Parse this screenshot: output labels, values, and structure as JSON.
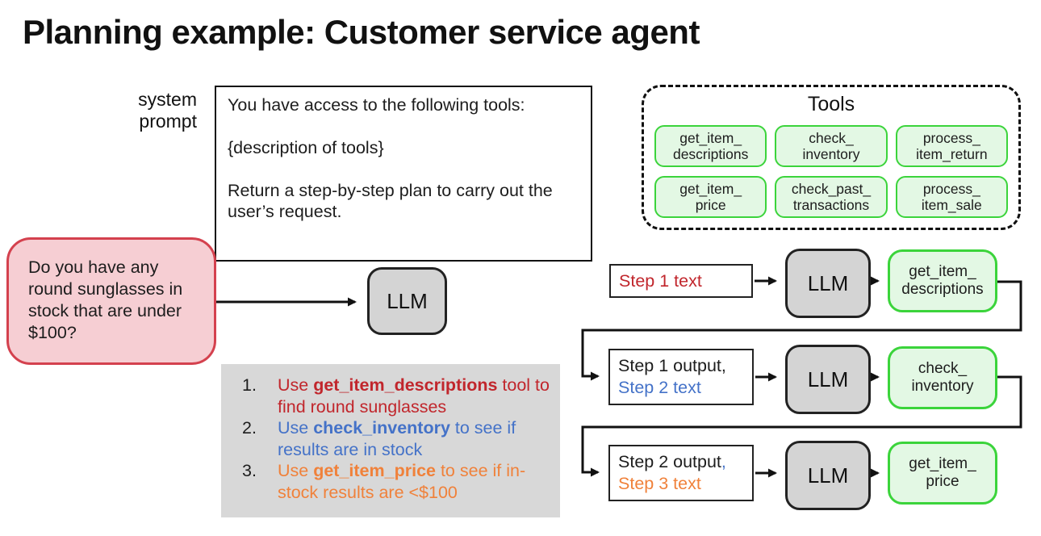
{
  "title": "Planning example: Customer service agent",
  "colors": {
    "red": "#c1262c",
    "blue": "#4472c8",
    "orange": "#f0813a",
    "black": "#1d1d1d"
  },
  "system_prompt": {
    "label_line1": "system",
    "label_line2": "prompt",
    "paragraphs": {
      "p1": "You have access to the following tools:",
      "p2": "{description of tools}",
      "p3": "Return a step-by-step plan to carry out the user’s request."
    }
  },
  "user_query": "Do you have any round sunglasses in stock that are under $100?",
  "llm_label": "LLM",
  "tools_panel": {
    "title": "Tools",
    "tools": [
      {
        "line1": "get_item_",
        "line2": "descriptions"
      },
      {
        "line1": "check_",
        "line2": "inventory"
      },
      {
        "line1": "process_",
        "line2": "item_return"
      },
      {
        "line1": "get_item_",
        "line2": "price"
      },
      {
        "line1": "check_past_",
        "line2": "transactions"
      },
      {
        "line1": "process_",
        "line2": "item_sale"
      }
    ]
  },
  "plan_list": {
    "items": [
      {
        "num": "1.",
        "prefix": "Use ",
        "tool": "get_item_descriptions",
        "suffix": " tool to find round sunglasses",
        "color": "#c1262c"
      },
      {
        "num": "2.",
        "prefix": "Use ",
        "tool": "check_inventory",
        "suffix": " to see if results are in stock",
        "color": "#4472c8"
      },
      {
        "num": "3.",
        "prefix": "Use ",
        "tool": "get_item_price",
        "suffix": " to see if in-stock results are <$100",
        "color": "#f0813a"
      }
    ]
  },
  "flow": {
    "rows": [
      {
        "input_line1": "Step 1 text",
        "input_line1_color": "#c1262c",
        "llm": "LLM",
        "tool_line1": "get_item_",
        "tool_line2": "descriptions"
      },
      {
        "input_line1": "Step 1 output,",
        "input_line1_color": "#1d1d1d",
        "input_line2": "Step 2 text",
        "input_line2_color": "#4472c8",
        "llm": "LLM",
        "tool_line1": "check_",
        "tool_line2": "inventory"
      },
      {
        "input_line1": "Step 2 output",
        "input_line1_color": "#1d1d1d",
        "input_comma": ",",
        "input_comma_color": "#4472c8",
        "input_line2": "Step 3 text",
        "input_line2_color": "#f0813a",
        "llm": "LLM",
        "tool_line1": "get_item_",
        "tool_line2": "price"
      }
    ]
  }
}
